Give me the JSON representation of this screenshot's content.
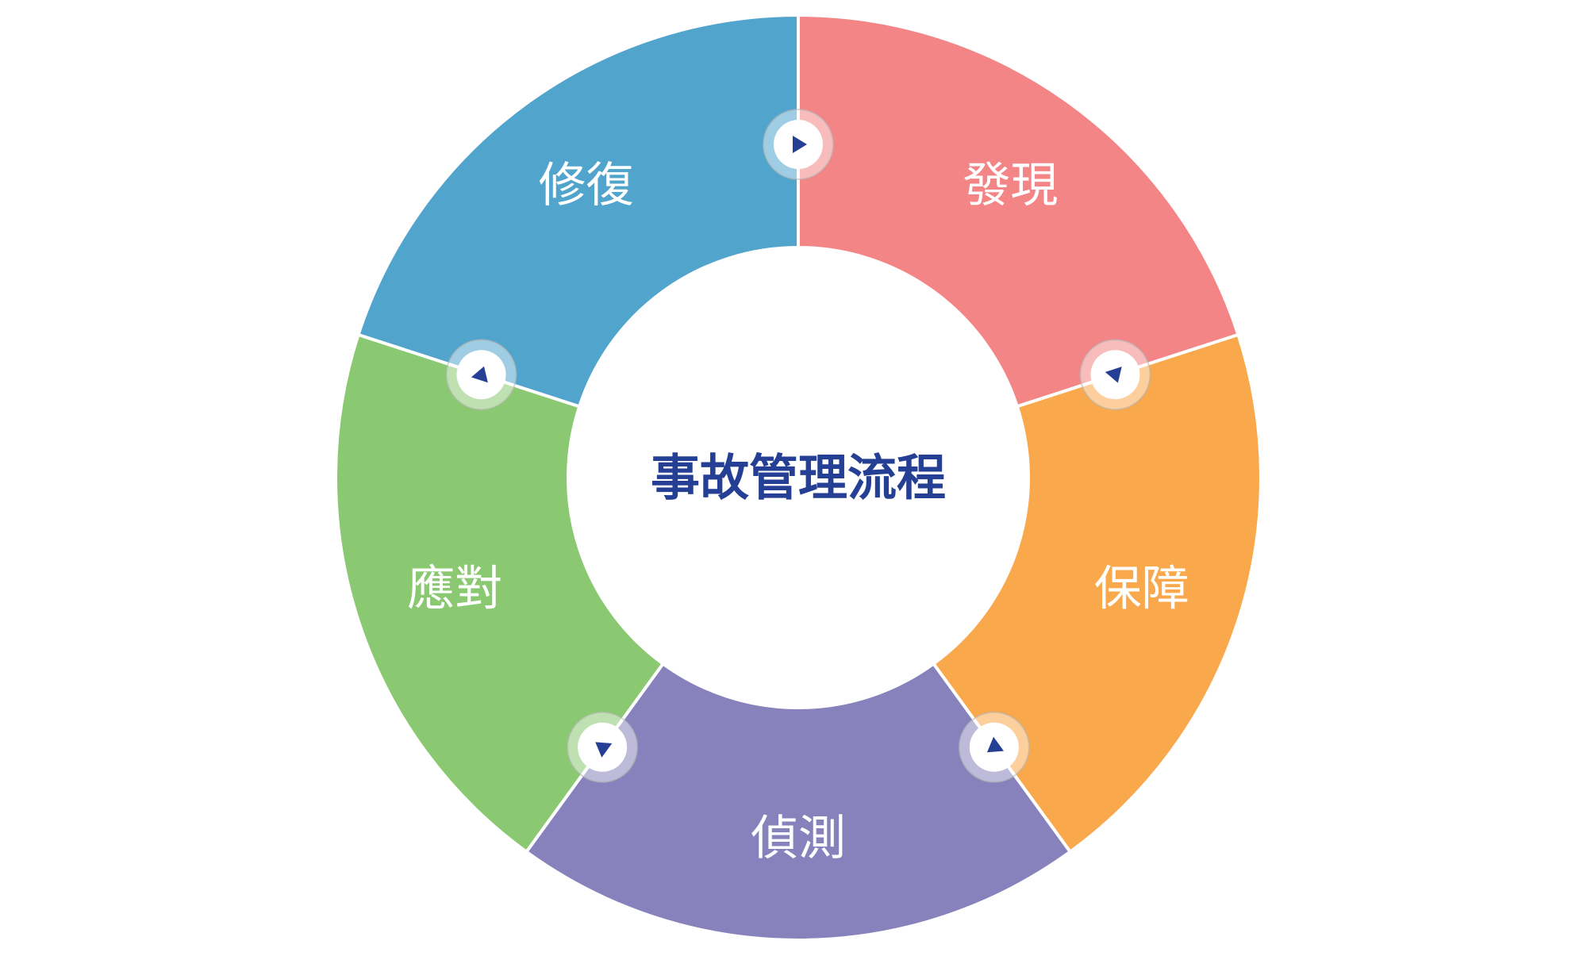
{
  "center_title": "事故管理流程",
  "steps": [
    {
      "label": "發現",
      "color": "#f38586"
    },
    {
      "label": "保障",
      "color": "#f9a84b"
    },
    {
      "label": "偵測",
      "color": "#8882bc"
    },
    {
      "label": "應對",
      "color": "#8ac871"
    },
    {
      "label": "修復",
      "color": "#51a4cc"
    }
  ],
  "connector_icon": "play-arrow-icon",
  "arrow_color": "#243f93"
}
